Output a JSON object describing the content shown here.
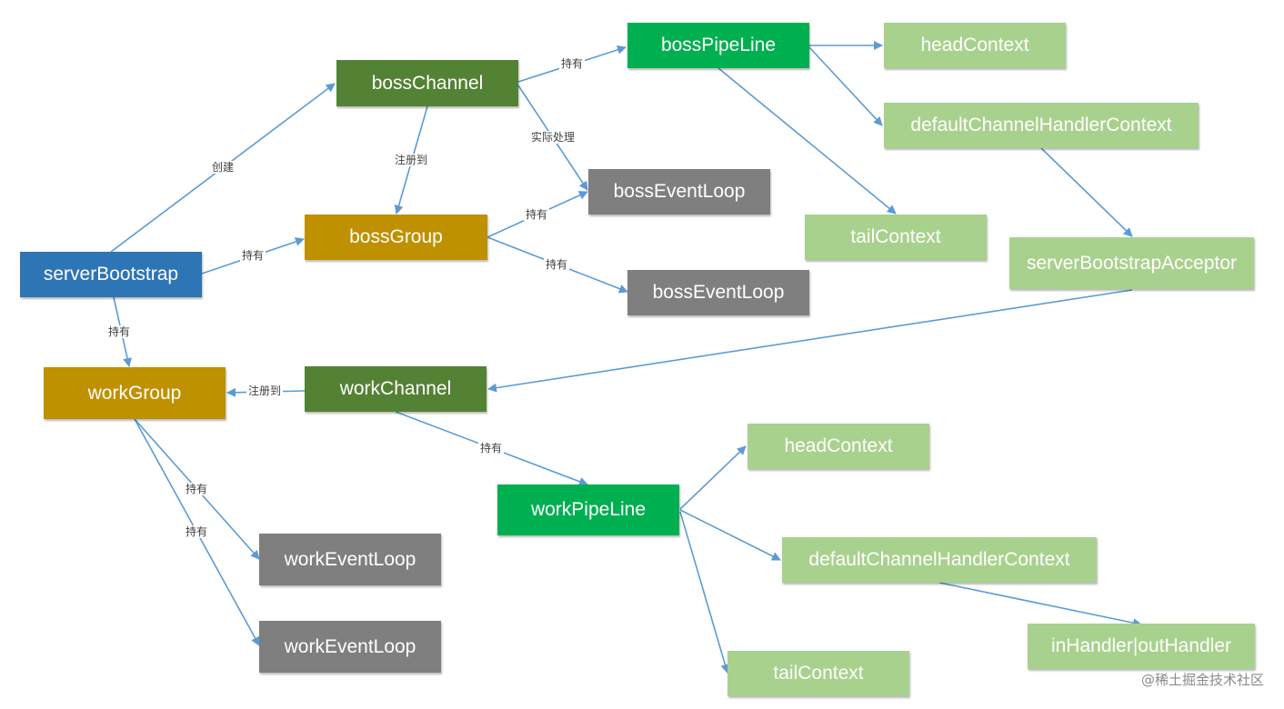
{
  "diagram": {
    "nodes": {
      "serverBootstrap": "serverBootstrap",
      "bossChannel": "bossChannel",
      "bossGroup": "bossGroup",
      "workGroup": "workGroup",
      "workChannel": "workChannel",
      "bossPipeLine": "bossPipeLine",
      "bossEventLoop1": "bossEventLoop",
      "bossEventLoop2": "bossEventLoop",
      "bossHeadContext": "headContext",
      "bossDefaultContext": "defaultChannelHandlerContext",
      "bossTailContext": "tailContext",
      "serverBootstrapAcceptor": "serverBootstrapAcceptor",
      "workPipeLine": "workPipeLine",
      "workEventLoop1": "workEventLoop",
      "workEventLoop2": "workEventLoop",
      "workHeadContext": "headContext",
      "workDefaultContext": "defaultChannelHandlerContext",
      "workTailContext": "tailContext",
      "inOutHandler": "inHandler|outHandler"
    },
    "edge_labels": {
      "create": "创建",
      "hold_bootstrap_bossgroup": "持有",
      "hold_bootstrap_workgroup": "持有",
      "register_bosschannel": "注册到",
      "hold_bosschannel_pipeline": "持有",
      "actual_process": "实际处理",
      "hold_bossgroup_loop1": "持有",
      "hold_bossgroup_loop2": "持有",
      "register_workchannel": "注册到",
      "hold_workchannel_pipeline": "持有",
      "hold_workgroup_loop1": "持有",
      "hold_workgroup_loop2": "持有"
    },
    "colors": {
      "arrow": "#5b9bd5",
      "bootstrap": "#2e75b6",
      "channel": "#548235",
      "group": "#bf9000",
      "pipeline": "#00b050",
      "eventloop": "#7f7f7f",
      "context": "#a9d18e"
    }
  },
  "watermark": "@稀土掘金技术社区"
}
